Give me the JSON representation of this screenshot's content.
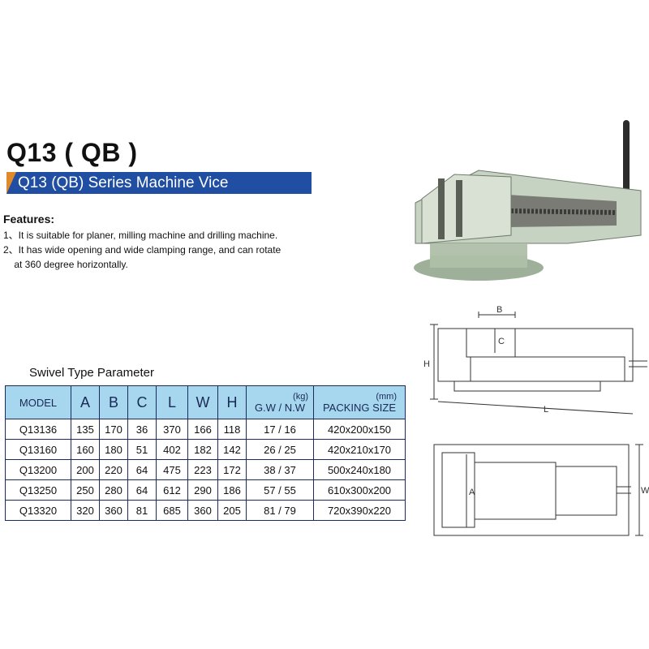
{
  "title": "Q13 ( QB )",
  "subtitle": "Q13 (QB) Series Machine Vice",
  "features": {
    "heading": "Features:",
    "items": [
      "1、It is suitable for planer, milling machine and drilling machine.",
      "2、It has wide opening and wide clamping range, and can rotate",
      "    at 360 degree horizontally."
    ]
  },
  "table": {
    "title": "Swivel Type Parameter",
    "headers": [
      "MODEL",
      "A",
      "B",
      "C",
      "L",
      "W",
      "H",
      "(kg)",
      "G.W / N.W",
      "(mm)",
      "PACKING SIZE"
    ],
    "rows": [
      [
        "Q13136",
        "135",
        "170",
        "36",
        "370",
        "166",
        "118",
        "17 / 16",
        "420x200x150"
      ],
      [
        "Q13160",
        "160",
        "180",
        "51",
        "402",
        "182",
        "142",
        "26 / 25",
        "420x210x170"
      ],
      [
        "Q13200",
        "200",
        "220",
        "64",
        "475",
        "223",
        "172",
        "38 / 37",
        "500x240x180"
      ],
      [
        "Q13250",
        "250",
        "280",
        "64",
        "612",
        "290",
        "186",
        "57 / 55",
        "610x300x200"
      ],
      [
        "Q13320",
        "320",
        "360",
        "81",
        "685",
        "360",
        "205",
        "81 / 79",
        "720x390x220"
      ]
    ]
  },
  "drawing_labels": {
    "b": "B",
    "c": "C",
    "h": "H",
    "l": "L",
    "a": "A",
    "w": "W"
  },
  "colors": {
    "band": "#1f4ea3",
    "band_accent": "#e0892a",
    "header_bg": "#a6d7ef",
    "border": "#1c2c5a"
  }
}
